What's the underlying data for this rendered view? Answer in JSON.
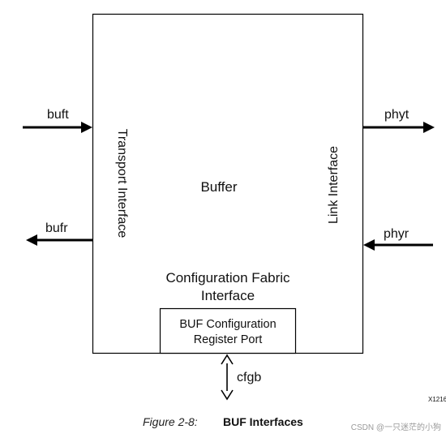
{
  "diagram": {
    "main_block_label": "Buffer",
    "left_side_label": "Transport Interface",
    "right_side_label": "Link Interface",
    "bottom_interface_label_line1": "Configuration Fabric",
    "bottom_interface_label_line2": "Interface",
    "port_box_line1": "BUF Configuration",
    "port_box_line2": "Register Port",
    "signals": {
      "buft": "buft",
      "bufr": "bufr",
      "phyt": "phyt",
      "phyr": "phyr",
      "cfgb": "cfgb"
    },
    "figure_id": "X1216"
  },
  "caption": {
    "label": "Figure 2-8:",
    "title": "BUF Interfaces"
  },
  "watermark": "CSDN @一只迷茫的小狗"
}
